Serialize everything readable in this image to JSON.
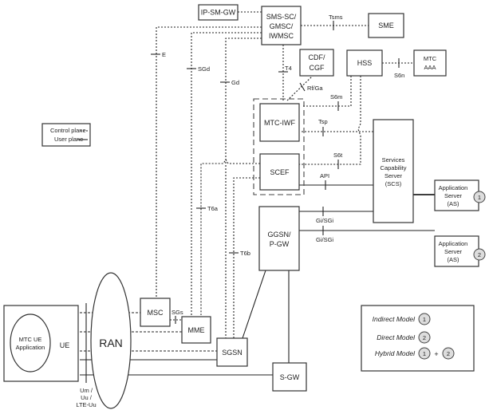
{
  "nodes": {
    "ip_sm_gw": "IP-SM-GW",
    "sms_sc": [
      "SMS-SC/",
      "GMSC/",
      "IWMSC"
    ],
    "sme": "SME",
    "cdf_cgf": [
      "CDF/",
      "CGF"
    ],
    "hss": "HSS",
    "mtc_aaa": [
      "MTC",
      "AAA"
    ],
    "mtc_iwf": "MTC-IWF",
    "scef": "SCEF",
    "scs": [
      "Services",
      "Capability",
      "Server",
      "(SCS)"
    ],
    "as1": [
      "Application",
      "Server",
      "(AS)"
    ],
    "as2": [
      "Application",
      "Server",
      "(AS)"
    ],
    "ggsn": [
      "GGSN/",
      "P-GW"
    ],
    "msc": "MSC",
    "mme": "MME",
    "sgsn": "SGSN",
    "sgw": "S-GW",
    "ran": "RAN",
    "ue": "UE",
    "mtc_ue_app": [
      "MTC UE",
      "Application"
    ]
  },
  "interfaces": {
    "tsms": "Tsms",
    "s6n": "S6n",
    "t4": "T4",
    "rf_ga": "Rf/Ga",
    "s6m": "S6m",
    "tsp": "Tsp",
    "s6t": "S6t",
    "api": "API",
    "gi_sgi_1": "Gi/SGi",
    "gi_sgi_2": "Gi/SGi",
    "e": "E",
    "sgd": "SGd",
    "gd": "Gd",
    "t6a": "T6a",
    "t6b": "T6b",
    "sgs": "SGs",
    "um_uu": [
      "Um /",
      "Uu /",
      "LTE-Uu"
    ]
  },
  "legend": {
    "control_plane": "Control plane",
    "user_plane": "User plane"
  },
  "models": {
    "indirect": "Indirect Model",
    "direct": "Direct Model",
    "hybrid": "Hybrid Model",
    "badge1": "1",
    "badge2": "2",
    "plus": "+"
  },
  "badges": {
    "as1": "1",
    "as2": "2"
  }
}
